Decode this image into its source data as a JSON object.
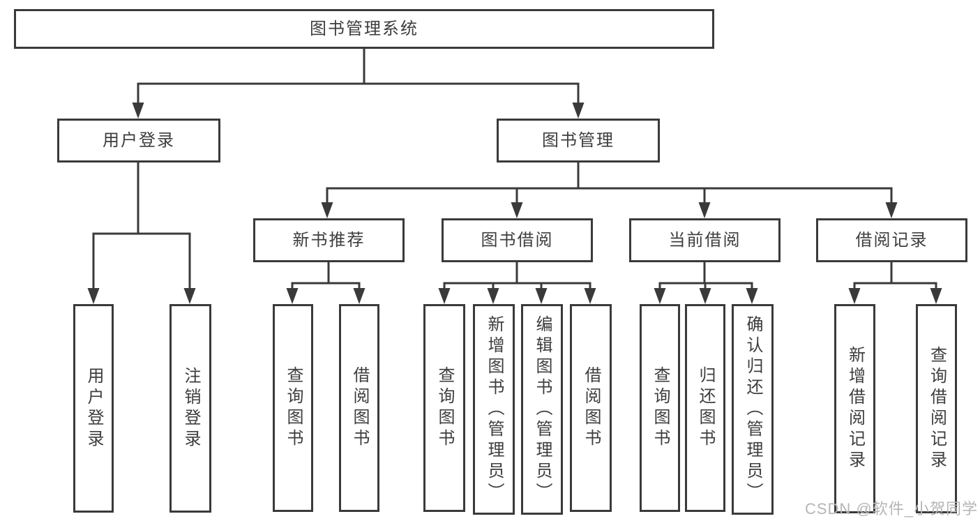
{
  "diagram": {
    "root": "图书管理系统",
    "branches": [
      {
        "label": "用户登录",
        "children": [
          "用户登录",
          "注销登录"
        ]
      },
      {
        "label": "图书管理",
        "groups": [
          {
            "label": "新书推荐",
            "children": [
              "查询图书",
              "借阅图书"
            ]
          },
          {
            "label": "图书借阅",
            "children": [
              "查询图书",
              "新增图书（管理员）",
              "编辑图书（管理员）",
              "借阅图书"
            ]
          },
          {
            "label": "当前借阅",
            "children": [
              "查询图书",
              "归还图书",
              "确认归还（管理员）"
            ]
          },
          {
            "label": "借阅记录",
            "children": [
              "新增借阅记录",
              "查询借阅记录"
            ]
          }
        ]
      }
    ]
  },
  "watermark": {
    "text": "CSDN @软件_小贺同学"
  },
  "colors": {
    "line": "#3a3a3a",
    "text": "#3d3d3d",
    "box_background": "#ffffff",
    "watermark": "#b5b5b5",
    "background": "#ffffff"
  }
}
